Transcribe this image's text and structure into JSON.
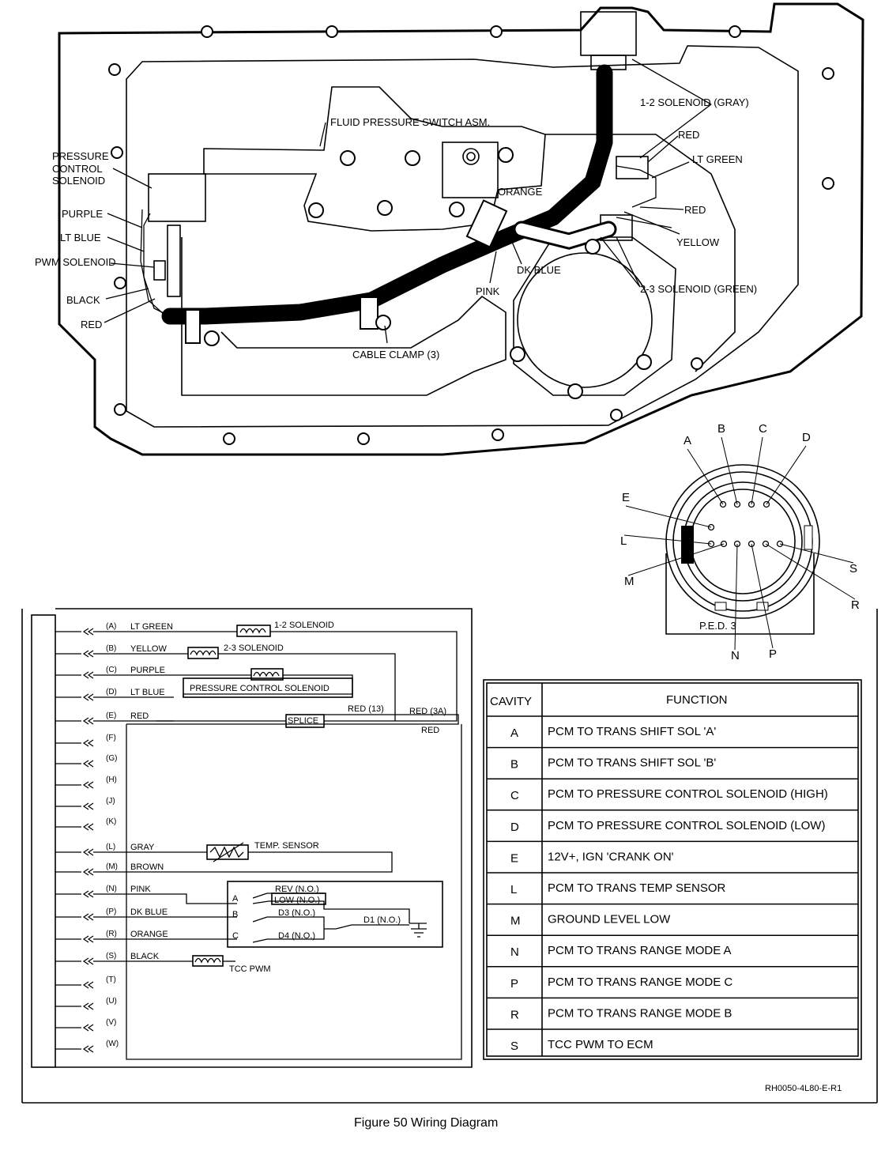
{
  "top_diagram": {
    "labels": {
      "solenoid_12": "1-2 SOLENOID (GRAY)",
      "red_1": "RED",
      "lt_green": "LT GREEN",
      "fluid_pressure_switch": "FLUID PRESSURE SWITCH ASM.",
      "orange": "ORANGE",
      "red_2": "RED",
      "yellow": "YELLOW",
      "dk_blue": "DK BLUE",
      "pink": "PINK",
      "solenoid_23": "2-3 SOLENOID (GREEN)",
      "cable_clamp": "CABLE CLAMP (3)",
      "pcs_line1": "PRESSURE",
      "pcs_line2": "CONTROL",
      "pcs_line3": "SOLENOID",
      "purple": "PURPLE",
      "lt_blue": "LT BLUE",
      "pwm_solenoid": "PWM SOLENOID",
      "black": "BLACK",
      "red_3": "RED"
    }
  },
  "connector": {
    "name": "P.E.D. 3",
    "pins": [
      "A",
      "B",
      "C",
      "D",
      "E",
      "L",
      "M",
      "N",
      "P",
      "R",
      "S"
    ]
  },
  "schematic": {
    "rows": [
      {
        "cavity": "(A)",
        "wire": "LT GREEN"
      },
      {
        "cavity": "(B)",
        "wire": "YELLOW"
      },
      {
        "cavity": "(C)",
        "wire": "PURPLE"
      },
      {
        "cavity": "(D)",
        "wire": "LT BLUE"
      },
      {
        "cavity": "(E)",
        "wire": "RED"
      },
      {
        "cavity": "(F)",
        "wire": ""
      },
      {
        "cavity": "(G)",
        "wire": ""
      },
      {
        "cavity": "(H)",
        "wire": ""
      },
      {
        "cavity": "(J)",
        "wire": ""
      },
      {
        "cavity": "(K)",
        "wire": ""
      },
      {
        "cavity": "(L)",
        "wire": "GRAY"
      },
      {
        "cavity": "(M)",
        "wire": "BROWN"
      },
      {
        "cavity": "(N)",
        "wire": "PINK"
      },
      {
        "cavity": "(P)",
        "wire": "DK BLUE"
      },
      {
        "cavity": "(R)",
        "wire": "ORANGE"
      },
      {
        "cavity": "(S)",
        "wire": "BLACK"
      },
      {
        "cavity": "(T)",
        "wire": ""
      },
      {
        "cavity": "(U)",
        "wire": ""
      },
      {
        "cavity": "(V)",
        "wire": ""
      },
      {
        "cavity": "(W)",
        "wire": ""
      }
    ],
    "components": {
      "sol12": "1-2 SOLENOID",
      "sol23": "2-3 SOLENOID",
      "pcs": "PRESSURE CONTROL SOLENOID",
      "splice": "SPLICE",
      "red13": "RED (13)",
      "red3a": "RED (3A)",
      "red": "RED",
      "temp": "TEMP. SENSOR",
      "tcc": "TCC PWM",
      "sw_a": "A",
      "sw_b": "B",
      "sw_c": "C",
      "rev": "REV (N.O.)",
      "low": "LOW (N.O.)",
      "d3": "D3 (N.O.)",
      "d4": "D4 (N.O.)",
      "d1": "D1 (N.O.)"
    }
  },
  "cavity_table": {
    "headers": [
      "CAVITY",
      "FUNCTION"
    ],
    "rows": [
      {
        "cavity": "A",
        "function": "PCM TO TRANS SHIFT SOL 'A'"
      },
      {
        "cavity": "B",
        "function": "PCM TO TRANS SHIFT SOL 'B'"
      },
      {
        "cavity": "C",
        "function": "PCM TO PRESSURE CONTROL SOLENOID (HIGH)"
      },
      {
        "cavity": "D",
        "function": "PCM TO PRESSURE CONTROL SOLENOID (LOW)"
      },
      {
        "cavity": "E",
        "function": "12V+, IGN 'CRANK ON'"
      },
      {
        "cavity": "L",
        "function": "PCM TO TRANS TEMP SENSOR"
      },
      {
        "cavity": "M",
        "function": "GROUND LEVEL LOW"
      },
      {
        "cavity": "N",
        "function": "PCM TO TRANS RANGE MODE A"
      },
      {
        "cavity": "P",
        "function": "PCM TO TRANS RANGE MODE C"
      },
      {
        "cavity": "R",
        "function": "PCM TO TRANS RANGE MODE B"
      },
      {
        "cavity": "S",
        "function": "TCC PWM TO ECM"
      }
    ]
  },
  "ref_code": "RH0050-4L80-E-R1",
  "caption": "Figure 50 Wiring Diagram"
}
